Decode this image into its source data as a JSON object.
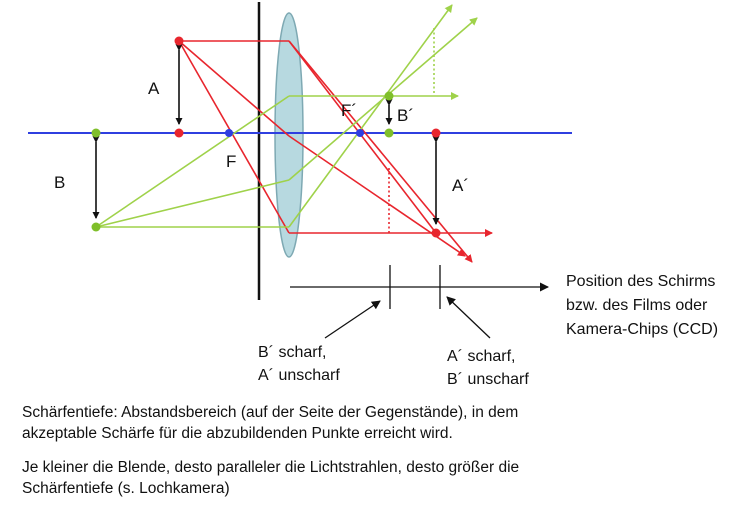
{
  "labels": {
    "object_a": "A",
    "object_b": "B",
    "focus_front": "F",
    "focus_back": "F´",
    "image_a": "A´",
    "image_b": "B´"
  },
  "screen_position": [
    "Position des Schirms",
    "bzw. des Films oder",
    "Kamera-Chips (CCD)"
  ],
  "note_left": [
    "B´ scharf,",
    "A´ unscharf"
  ],
  "note_right": [
    "A´ scharf,",
    "B´ unscharf"
  ],
  "paragraph_1": [
    "Schärfentiefe: Abstandsbereich (auf der Seite der Gegenstände), in dem",
    "akzeptable Schärfe für die abzubildenden Punkte erreicht wird."
  ],
  "paragraph_2": [
    "Je kleiner die Blende, desto paralleler die Lichtstrahlen, desto größer die",
    "Schärfentiefe (s. Lochkamera)"
  ],
  "colors": {
    "optical_axis": "#2f3fe0",
    "red_rays": "#e8262e",
    "green_rays": "#9fd24a",
    "lens_fill": "#b7d9e0",
    "lens_stroke": "#7ea9b3",
    "point_red": "#e8262e",
    "point_green": "#7fbf2a"
  }
}
